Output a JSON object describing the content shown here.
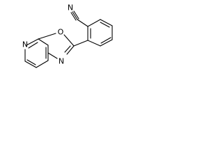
{
  "molecule": {
    "atom_labels": {
      "pyridine_nitrogen": "N",
      "oxazole_oxygen": "O",
      "oxazole_nitrogen": "N",
      "nitrile_nitrogen": "N"
    }
  }
}
